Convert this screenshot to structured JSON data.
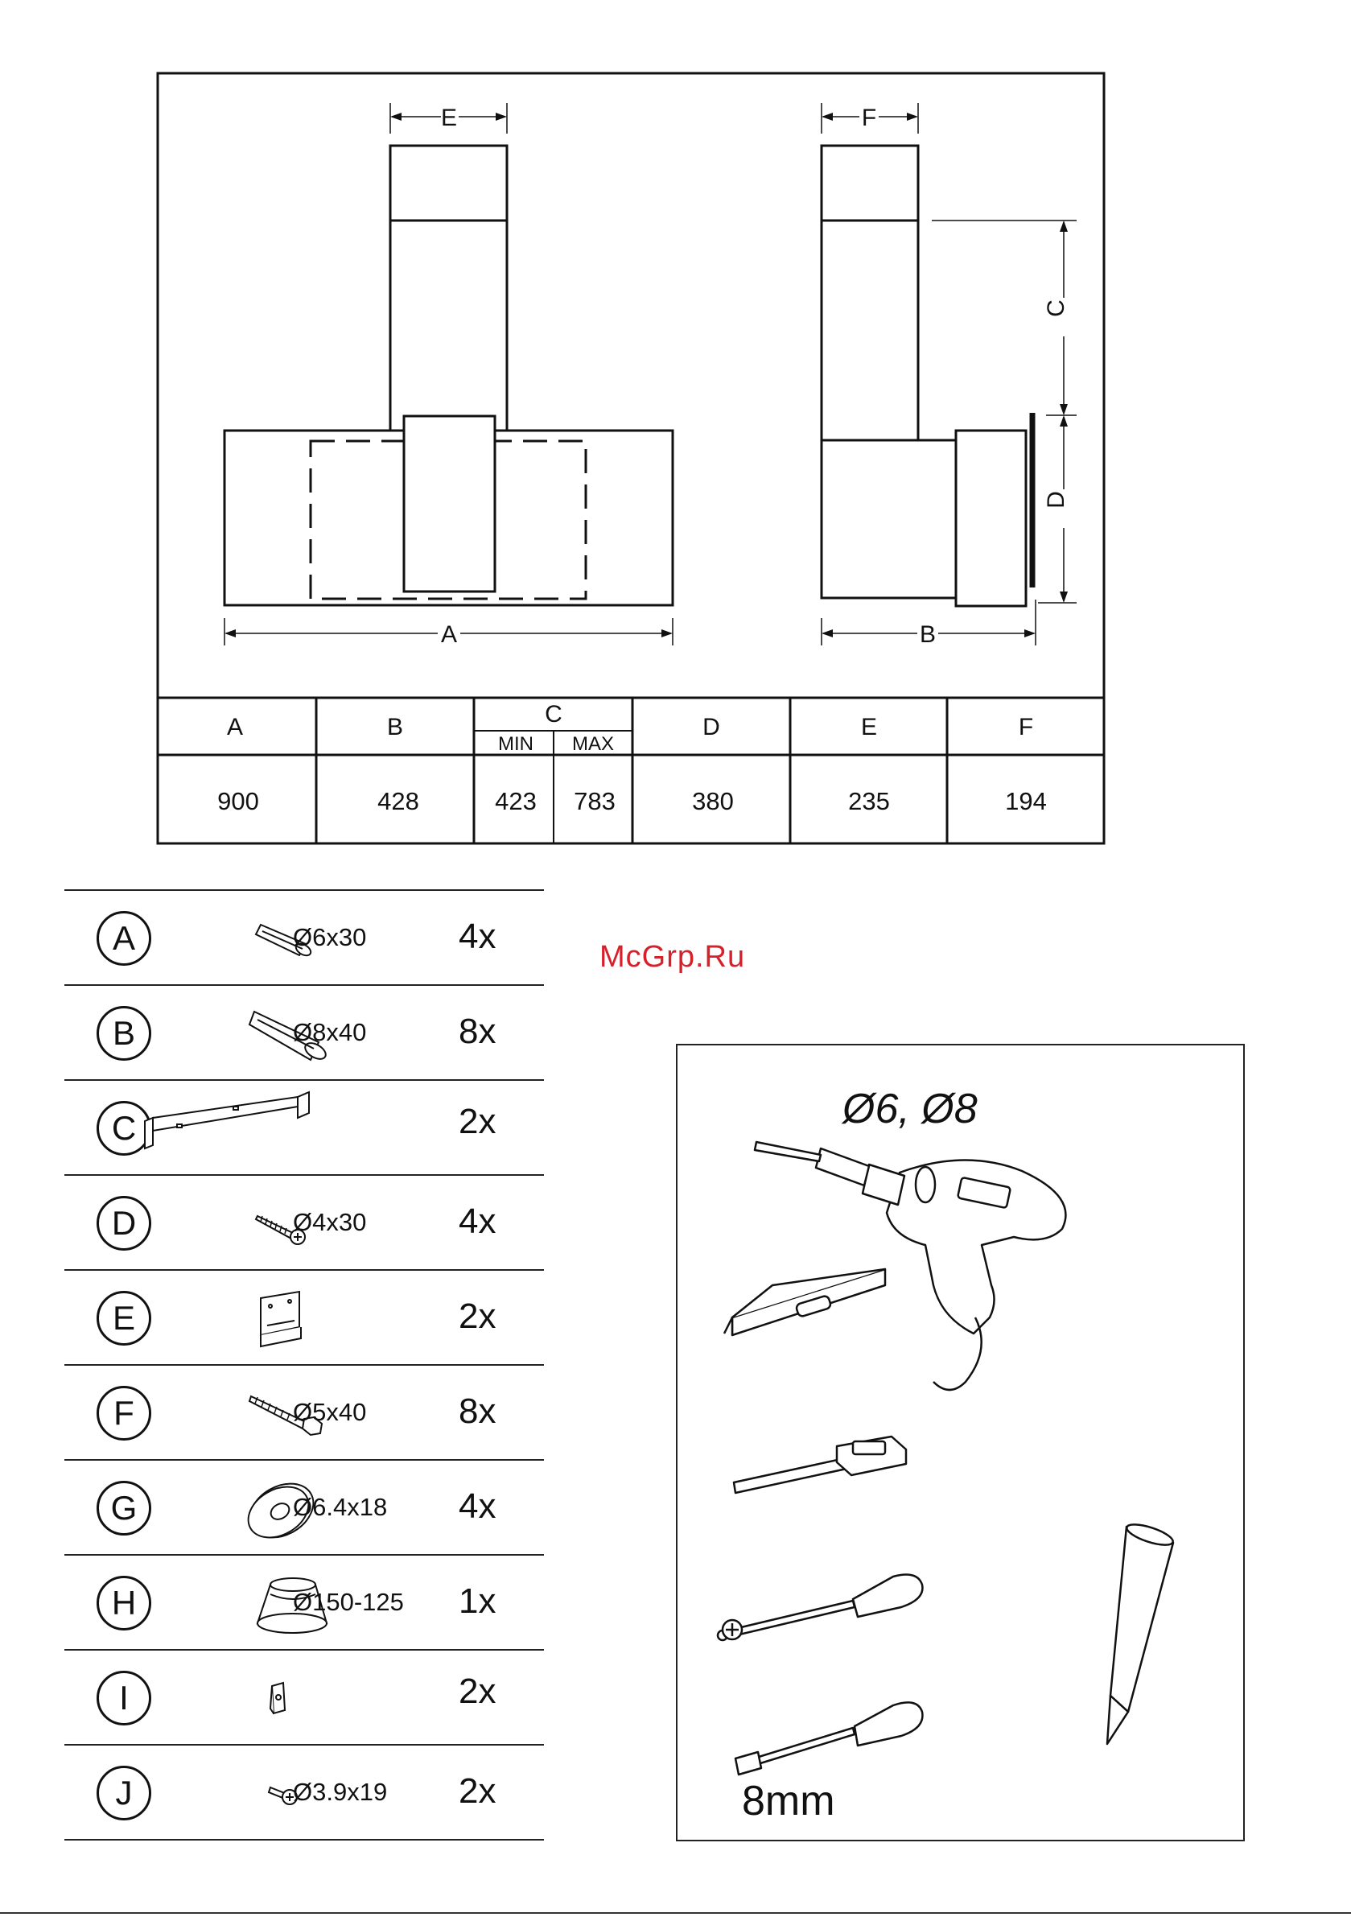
{
  "dimension_table": {
    "headers": [
      "A",
      "B",
      "C",
      "D",
      "E",
      "F"
    ],
    "c_sub": [
      "MIN",
      "MAX"
    ],
    "values": {
      "a": "900",
      "b": "428",
      "c_min": "423",
      "c_max": "783",
      "d": "380",
      "e": "235",
      "f": "194"
    }
  },
  "diagram_labels": {
    "a": "A",
    "b": "B",
    "c": "C",
    "d": "D",
    "e": "E",
    "f": "F"
  },
  "parts": [
    {
      "letter": "A",
      "icon": "wall-plug-small-icon",
      "spec": "Ø6x30",
      "qty": "4x"
    },
    {
      "letter": "B",
      "icon": "wall-plug-large-icon",
      "spec": "Ø8x40",
      "qty": "8x"
    },
    {
      "letter": "C",
      "icon": "mounting-bracket-icon",
      "spec": "",
      "qty": "2x"
    },
    {
      "letter": "D",
      "icon": "screw-icon",
      "spec": "Ø4x30",
      "qty": "4x"
    },
    {
      "letter": "E",
      "icon": "hook-plate-icon",
      "spec": "",
      "qty": "2x"
    },
    {
      "letter": "F",
      "icon": "hex-bolt-icon",
      "spec": "Ø5x40",
      "qty": "8x"
    },
    {
      "letter": "G",
      "icon": "washer-icon",
      "spec": "Ø6.4x18",
      "qty": "4x"
    },
    {
      "letter": "H",
      "icon": "duct-adapter-icon",
      "spec": "Ø150-125",
      "qty": "1x"
    },
    {
      "letter": "I",
      "icon": "clip-icon",
      "spec": "",
      "qty": "2x"
    },
    {
      "letter": "J",
      "icon": "small-screw-icon",
      "spec": "Ø3.9x19",
      "qty": "2x"
    }
  ],
  "watermark": "McGrp.Ru",
  "tools": {
    "drill_bits": "Ø6, Ø8",
    "socket_size": "8mm"
  }
}
